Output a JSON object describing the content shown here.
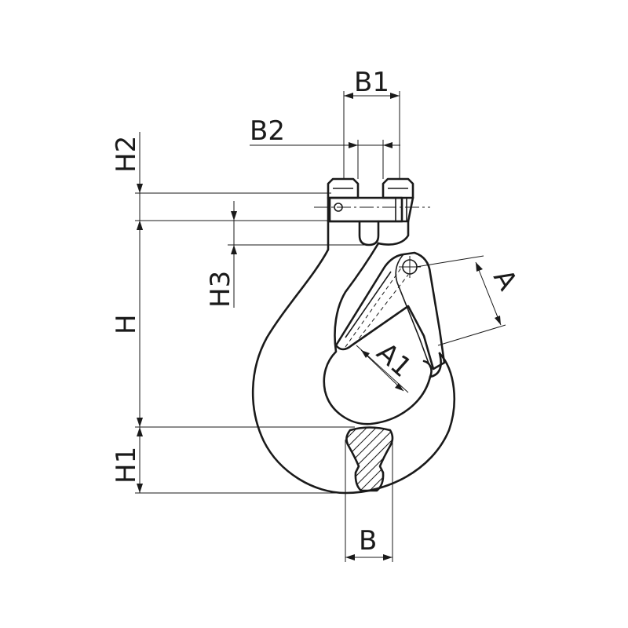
{
  "diagram": {
    "labels": {
      "B1": "B1",
      "B2": "B2",
      "H2": "H2",
      "H": "H",
      "H3": "H3",
      "H1": "H1",
      "A": "A",
      "A1": "A1",
      "B": "B"
    },
    "colors": {
      "line": "#1a1a1a",
      "background": "#ffffff"
    }
  }
}
